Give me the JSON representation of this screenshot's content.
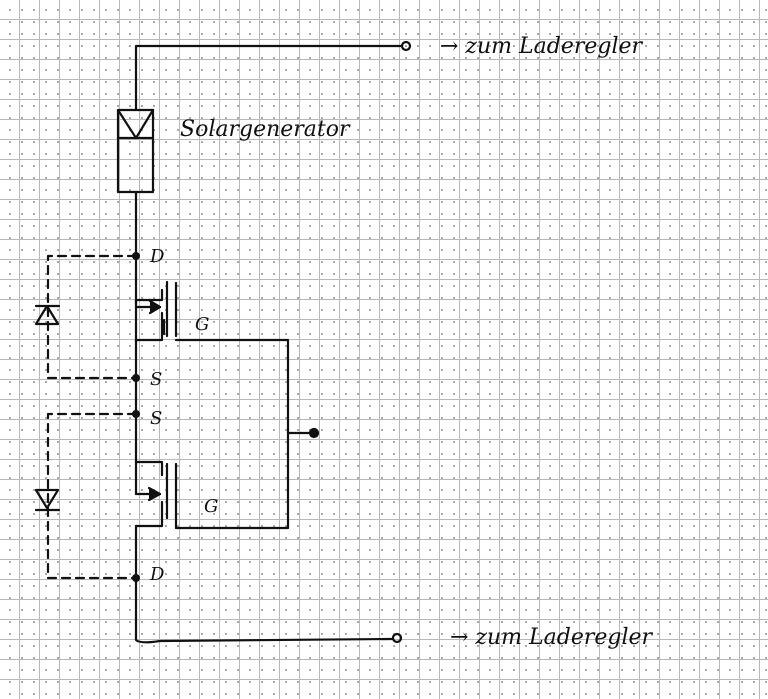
{
  "labels": {
    "top_output": "→ zum Laderegler",
    "bottom_output": "→ zum Laderegler",
    "solar": "Solargenerator",
    "upper_drain": "D",
    "upper_gate": "G",
    "upper_source": "S",
    "lower_source": "S",
    "lower_gate": "G",
    "lower_drain": "D"
  }
}
